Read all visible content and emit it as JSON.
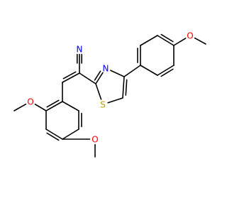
{
  "molecule": {
    "atoms": [
      {
        "id": "N_nitrile",
        "symbol": "N",
        "color": "#0000ff"
      },
      {
        "id": "N_thiazole",
        "symbol": "N",
        "color": "#0000ff"
      },
      {
        "id": "S_thiazole",
        "symbol": "S",
        "color": "#b8a400"
      },
      {
        "id": "O_aryl_para",
        "symbol": "O",
        "color": "#ff0000"
      },
      {
        "id": "O_aryl_ortho",
        "symbol": "O",
        "color": "#ff0000"
      },
      {
        "id": "O_aryl_meta",
        "symbol": "O",
        "color": "#ff0000"
      }
    ],
    "bond_color": "#000000"
  }
}
